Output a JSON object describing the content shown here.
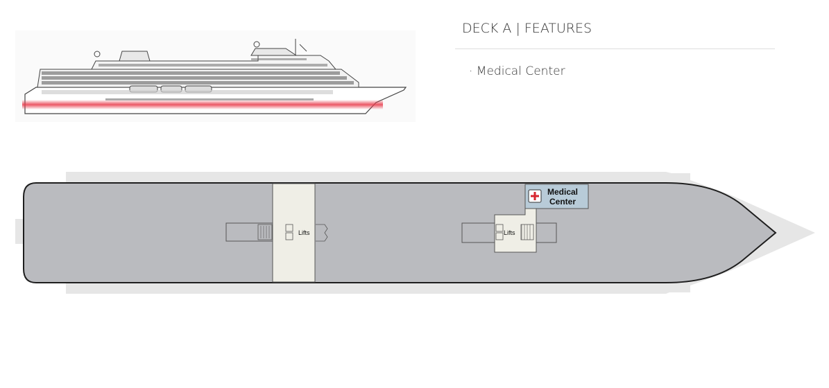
{
  "deck": {
    "title": "DECK A | FEATURES",
    "features": [
      "· Medical Center"
    ]
  },
  "plan": {
    "lifts_aft_label": "Lifts",
    "lifts_fwd_label": "Lifts",
    "medical_line1": "Medical",
    "medical_line2": "Center"
  },
  "colors": {
    "hull": "#babbbf",
    "shadow": "#e6e6e6",
    "corridor": "#efeee6",
    "medical_bg": "#b8cbd8",
    "highlight": "#e8394a"
  },
  "icons": {
    "medical": "red-cross-icon"
  }
}
